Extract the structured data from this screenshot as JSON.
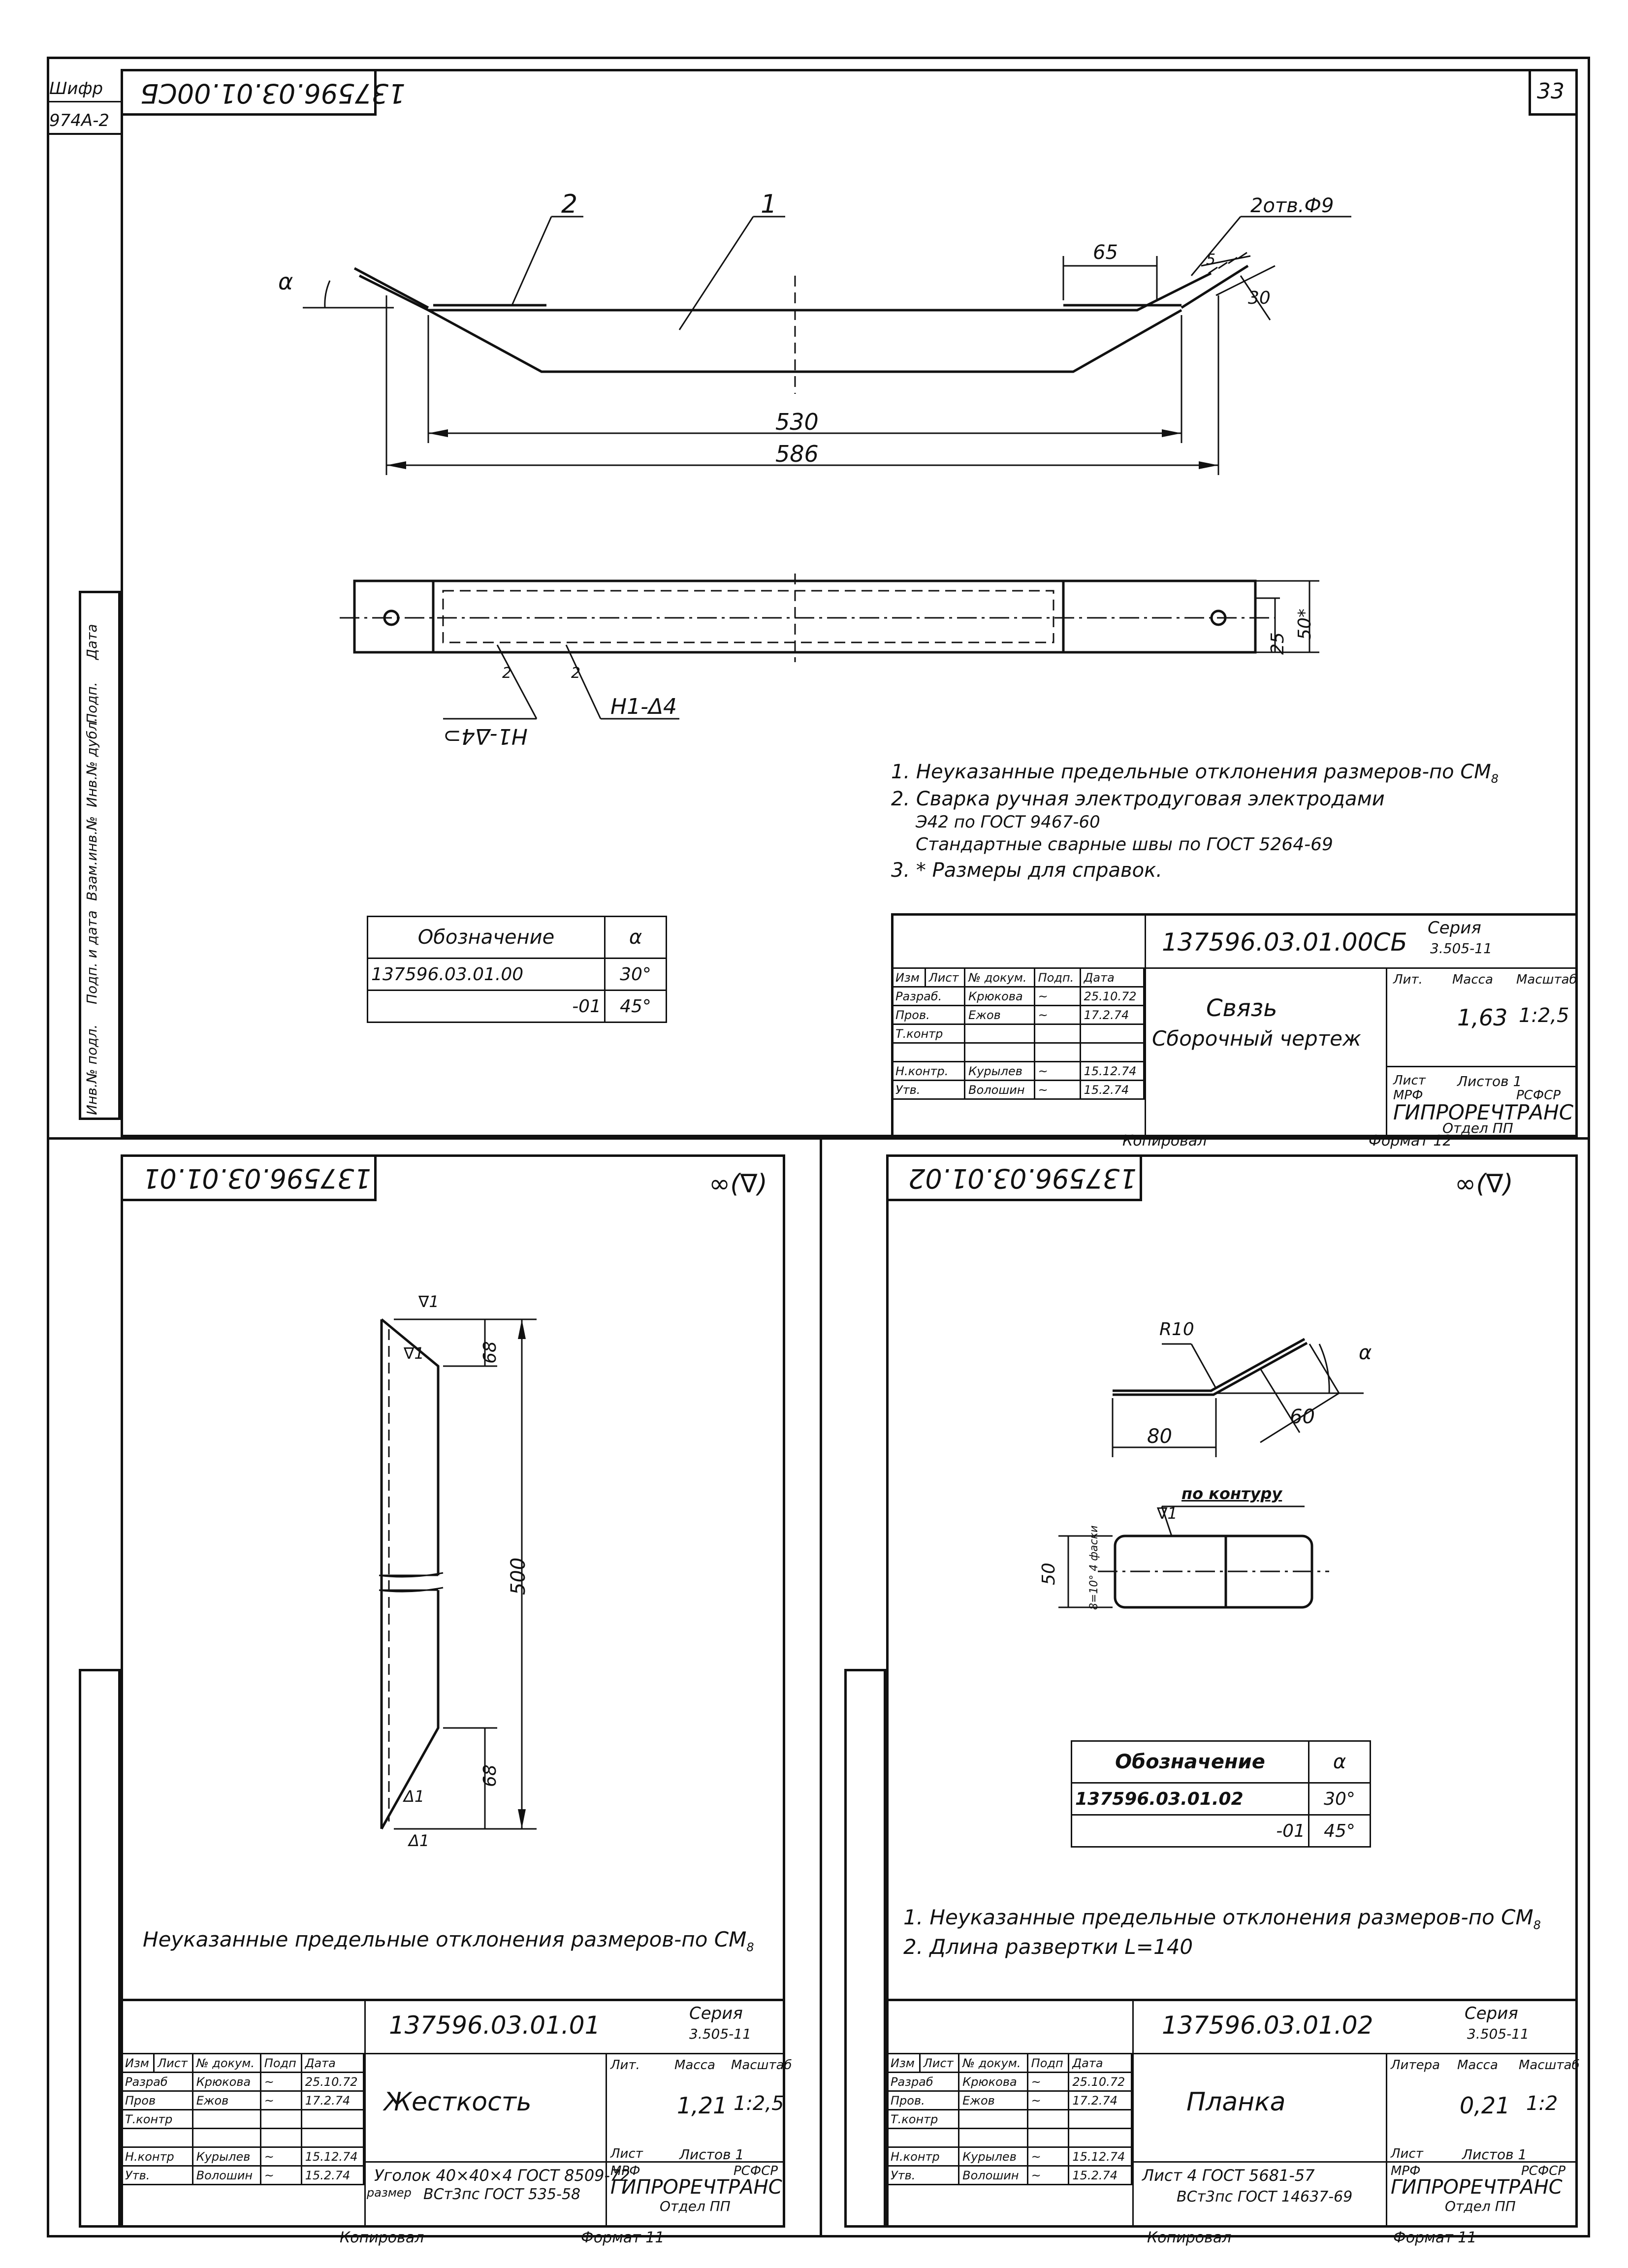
{
  "sheet_number": "33",
  "cipher": {
    "label": "Шифр",
    "value": "974А-2"
  },
  "top_sheet": {
    "rotated_code": "137596.03.01.00СБ",
    "callouts": {
      "c1": "1",
      "c2": "2",
      "weld_holes": "2отв.Ф9"
    },
    "angle_symbol": "α",
    "dims": {
      "d65": "65",
      "d530": "530",
      "d586": "586",
      "d30": "30",
      "d25": "25",
      "d50": "50*",
      "d5": "5"
    },
    "weld_label": "Н1-Δ4",
    "weld_label_mirror": "Н1-Δ4⊃",
    "weld_small": "2",
    "notes": [
      "1. Неуказанные предельные отклонения размеров-по СМ",
      "2. Сварка ручная электродуговая электродами",
      "Э42 по ГОСТ 9467-60",
      "Стандартные сварные швы по ГОСТ 5264-69",
      "3. * Размеры для справок."
    ],
    "notes_sub": "8",
    "variants_table": {
      "header": [
        "Обозначение",
        "α"
      ],
      "rows": [
        [
          "137596.03.01.00",
          "30°"
        ],
        [
          "-01",
          "45°"
        ]
      ]
    },
    "title_block": {
      "code": "137596.03.01.00СБ",
      "series_label": "Серия",
      "series": "3.505-11",
      "name": "Связь",
      "subtitle": "Сборочный чертеж",
      "lit": "Лит.",
      "mass_h": "Масса",
      "scale_h": "Масштаб",
      "mass": "1,63",
      "scale": "1:2,5",
      "sheet": "Лист",
      "sheets": "Листов 1",
      "org1": "МРФ",
      "org2": "РСФСР",
      "org3": "ГИПРОРЕЧТРАНС",
      "org4": "Отдел ПП",
      "heads": [
        "Изм",
        "Лист",
        "№ докум.",
        "Подп.",
        "Дата"
      ],
      "people": [
        [
          "Разраб.",
          "Крюкова",
          "",
          "25.10.72"
        ],
        [
          "Пров.",
          "Ежов",
          "",
          "17.2.74"
        ],
        [
          "Т.контр",
          "",
          "",
          ""
        ],
        [
          "",
          "",
          "",
          ""
        ],
        [
          "Н.контр.",
          "Курылев",
          "",
          "15.12.74"
        ],
        [
          "Утв.",
          "Волошин",
          "",
          "15.2.74"
        ]
      ]
    },
    "copied": "Копировал",
    "format": "Формат 12",
    "side_stamps": [
      "Инв.№ подл.",
      "Подп. и дата",
      "Взам.инв.№",
      "Инв.№ дубл.",
      "Подп.",
      "Дата"
    ]
  },
  "left_sheet": {
    "rotated_code": "137596.03.01.01",
    "roughness": "∞(∇)",
    "dims": {
      "d68a": "68",
      "d500": "500",
      "d68b": "68"
    },
    "weld_marks": [
      "∇1",
      "∇1",
      "Δ1",
      "Δ1"
    ],
    "note": "Неуказанные предельные отклонения размеров-по СМ",
    "note_sub": "8",
    "title_block": {
      "code": "137596.03.01.01",
      "series_label": "Серия",
      "series": "3.505-11",
      "name": "Жесткость",
      "lit": "Лит.",
      "mass_h": "Масса",
      "scale_h": "Масштаб",
      "mass": "1,21",
      "scale": "1:2,5",
      "sheet": "Лист",
      "sheets": "Листов 1",
      "material_1": "Уголок 40×40×4 ГОСТ 8509-72",
      "material_2": "ВСт3пс ГОСТ 535-58",
      "material_lbl": "размер",
      "org1": "МРФ",
      "org2": "РСФСР",
      "org3": "ГИПРОРЕЧТРАНС",
      "org4": "Отдел ПП",
      "heads": [
        "Изм",
        "Лист",
        "№ докум.",
        "Подп",
        "Дата"
      ],
      "people": [
        [
          "Разраб",
          "Крюкова",
          "",
          "25.10.72"
        ],
        [
          "Пров",
          "Ежов",
          "",
          "17.2.74"
        ],
        [
          "Т.контр",
          "",
          "",
          ""
        ],
        [
          "",
          "",
          "",
          ""
        ],
        [
          "Н.контр",
          "Курылев",
          "",
          "15.12.74"
        ],
        [
          "Утв.",
          "Волошин",
          "",
          "15.2.74"
        ]
      ]
    },
    "copied": "Копировал",
    "format": "Формат 11"
  },
  "right_sheet": {
    "rotated_code": "137596.03.01.02",
    "roughness": "∞(∇)",
    "dims": {
      "r10": "R10",
      "d80": "80",
      "d60": "60",
      "d50": "50",
      "alpha": "α",
      "side": "8=10°\n4 фаски"
    },
    "contour": "по контуру",
    "contour_mark": "∇1",
    "variants_table": {
      "header": [
        "Обозначение",
        "α"
      ],
      "rows": [
        [
          "137596.03.01.02",
          "30°"
        ],
        [
          "-01",
          "45°"
        ]
      ]
    },
    "notes": [
      "1. Неуказанные предельные отклонения размеров-по СМ",
      "2. Длина развертки L=140"
    ],
    "notes_sub": "8",
    "title_block": {
      "code": "137596.03.01.02",
      "series_label": "Серия",
      "series": "3.505-11",
      "name": "Планка",
      "lit": "Литера",
      "mass_h": "Масса",
      "scale_h": "Масштаб",
      "mass": "0,21",
      "scale": "1:2",
      "sheet": "Лист",
      "sheets": "Листов 1",
      "material_1": "Лист 4 ГОСТ 5681-57",
      "material_2": "ВСт3пс ГОСТ 14637-69",
      "org1": "МРФ",
      "org2": "РСФСР",
      "org3": "ГИПРОРЕЧТРАНС",
      "org4": "Отдел ПП",
      "heads": [
        "Изм",
        "Лист",
        "№ докум.",
        "Подп",
        "Дата"
      ],
      "people": [
        [
          "Разраб",
          "Крюкова",
          "",
          "25.10.72"
        ],
        [
          "Пров.",
          "Ежов",
          "",
          "17.2.74"
        ],
        [
          "Т.контр",
          "",
          "",
          ""
        ],
        [
          "",
          "",
          "",
          ""
        ],
        [
          "Н.контр",
          "Курылев",
          "",
          "15.12.74"
        ],
        [
          "Утв.",
          "Волошин",
          "",
          "15.2.74"
        ]
      ]
    },
    "copied": "Копировал",
    "format": "Формат 11"
  }
}
